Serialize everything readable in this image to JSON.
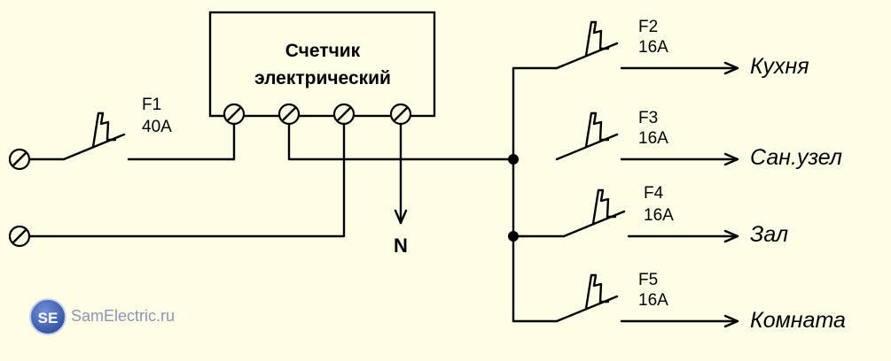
{
  "meter": {
    "line1": "Счетчик",
    "line2": "электрический"
  },
  "main_breaker": {
    "name": "F1",
    "rating": "40A"
  },
  "neutral_label": "N",
  "branches": [
    {
      "name": "F2",
      "rating": "16A",
      "label": "Кухня"
    },
    {
      "name": "F3",
      "rating": "16A",
      "label": "Сан.узел"
    },
    {
      "name": "F4",
      "rating": "16A",
      "label": "Зал"
    },
    {
      "name": "F5",
      "rating": "16A",
      "label": "Комната"
    }
  ],
  "watermark": {
    "logo": "SE",
    "text": "SamElectric.ru"
  },
  "colors": {
    "background": "#fefee6",
    "ink": "#000000",
    "logo_blue": "#3f63b8",
    "watermark_text": "#8c93b8"
  }
}
